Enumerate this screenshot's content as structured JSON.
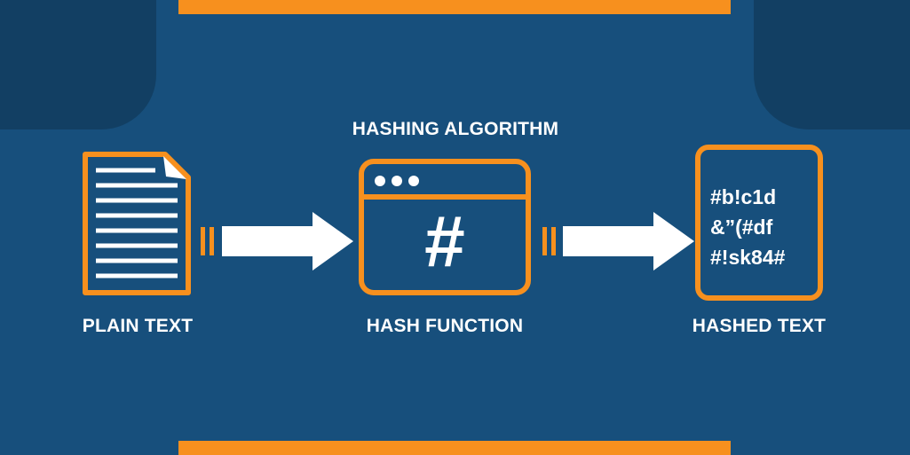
{
  "diagram": {
    "title": "HASHING ALGORITHM",
    "stages": [
      {
        "label": "PLAIN TEXT",
        "icon": "document-icon"
      },
      {
        "label": "HASH FUNCTION",
        "icon": "hash-window-icon",
        "symbol": "#"
      },
      {
        "label": "HASHED TEXT",
        "icon": "hashed-card-icon",
        "lines": [
          "#b!c1d",
          "&”(#df",
          "#!sk84#"
        ]
      }
    ]
  },
  "colors": {
    "background": "#174f7c",
    "corner": "#123f63",
    "accent": "#f7901e",
    "foreground": "#ffffff"
  }
}
